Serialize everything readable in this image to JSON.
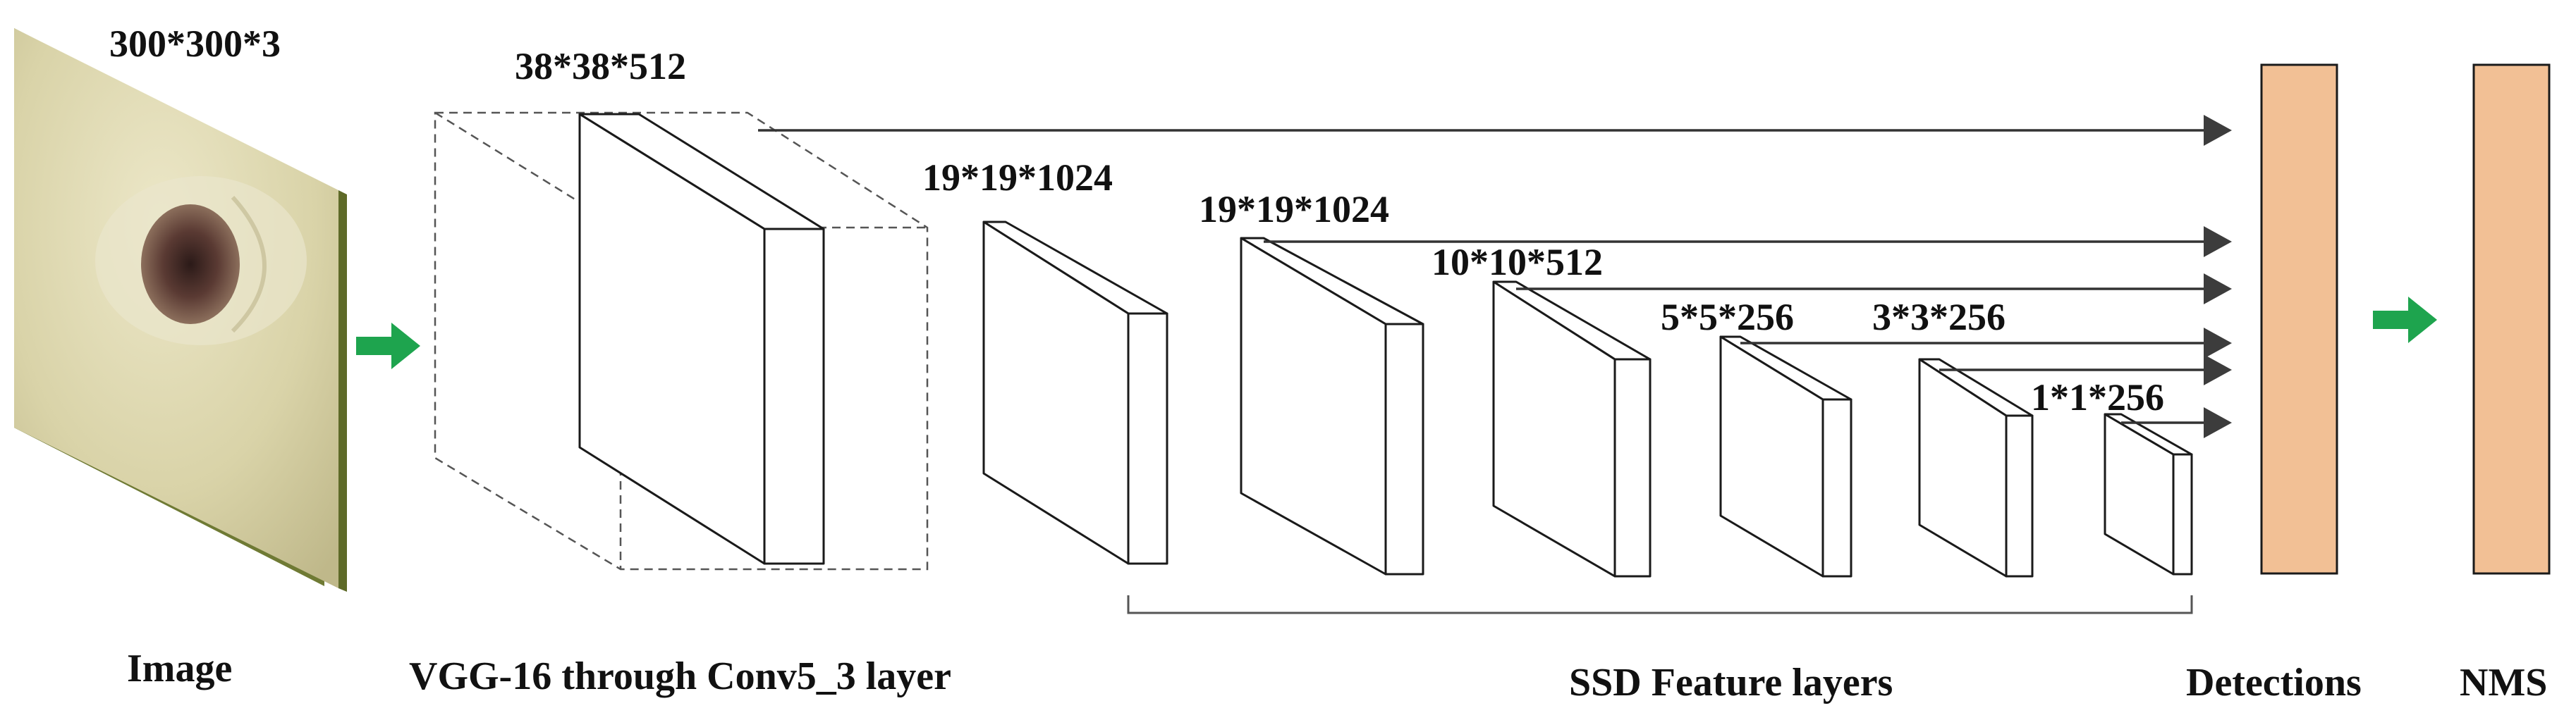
{
  "labels": {
    "input_size": "300*300*3",
    "vgg_size": "38*38*512",
    "fc6_size": "19*19*1024",
    "fc7_size": "19*19*1024",
    "conv8_size": "10*10*512",
    "conv9_size": "5*5*256",
    "conv10_size": "3*3*256",
    "conv11_size": "1*1*256"
  },
  "captions": {
    "image": "Image",
    "vgg": "VGG-16 through Conv5_3 layer",
    "ssd": "SSD Feature layers",
    "detections": "Detections",
    "nms": "NMS"
  },
  "colors": {
    "detections_block": "#f2c095",
    "nms_block": "#f2c095",
    "flow_arrow": "#1ea44e",
    "connector_arrow": "#3c3c3c",
    "image_wood": "#d8d2a4",
    "image_knot": "#4a2a24",
    "image_edge": "#6f7a34"
  },
  "icons": {
    "input_image": "wood-knot-photo",
    "flow_arrows": "green-right-arrow-icon",
    "connectors": "right-arrow-icon"
  }
}
